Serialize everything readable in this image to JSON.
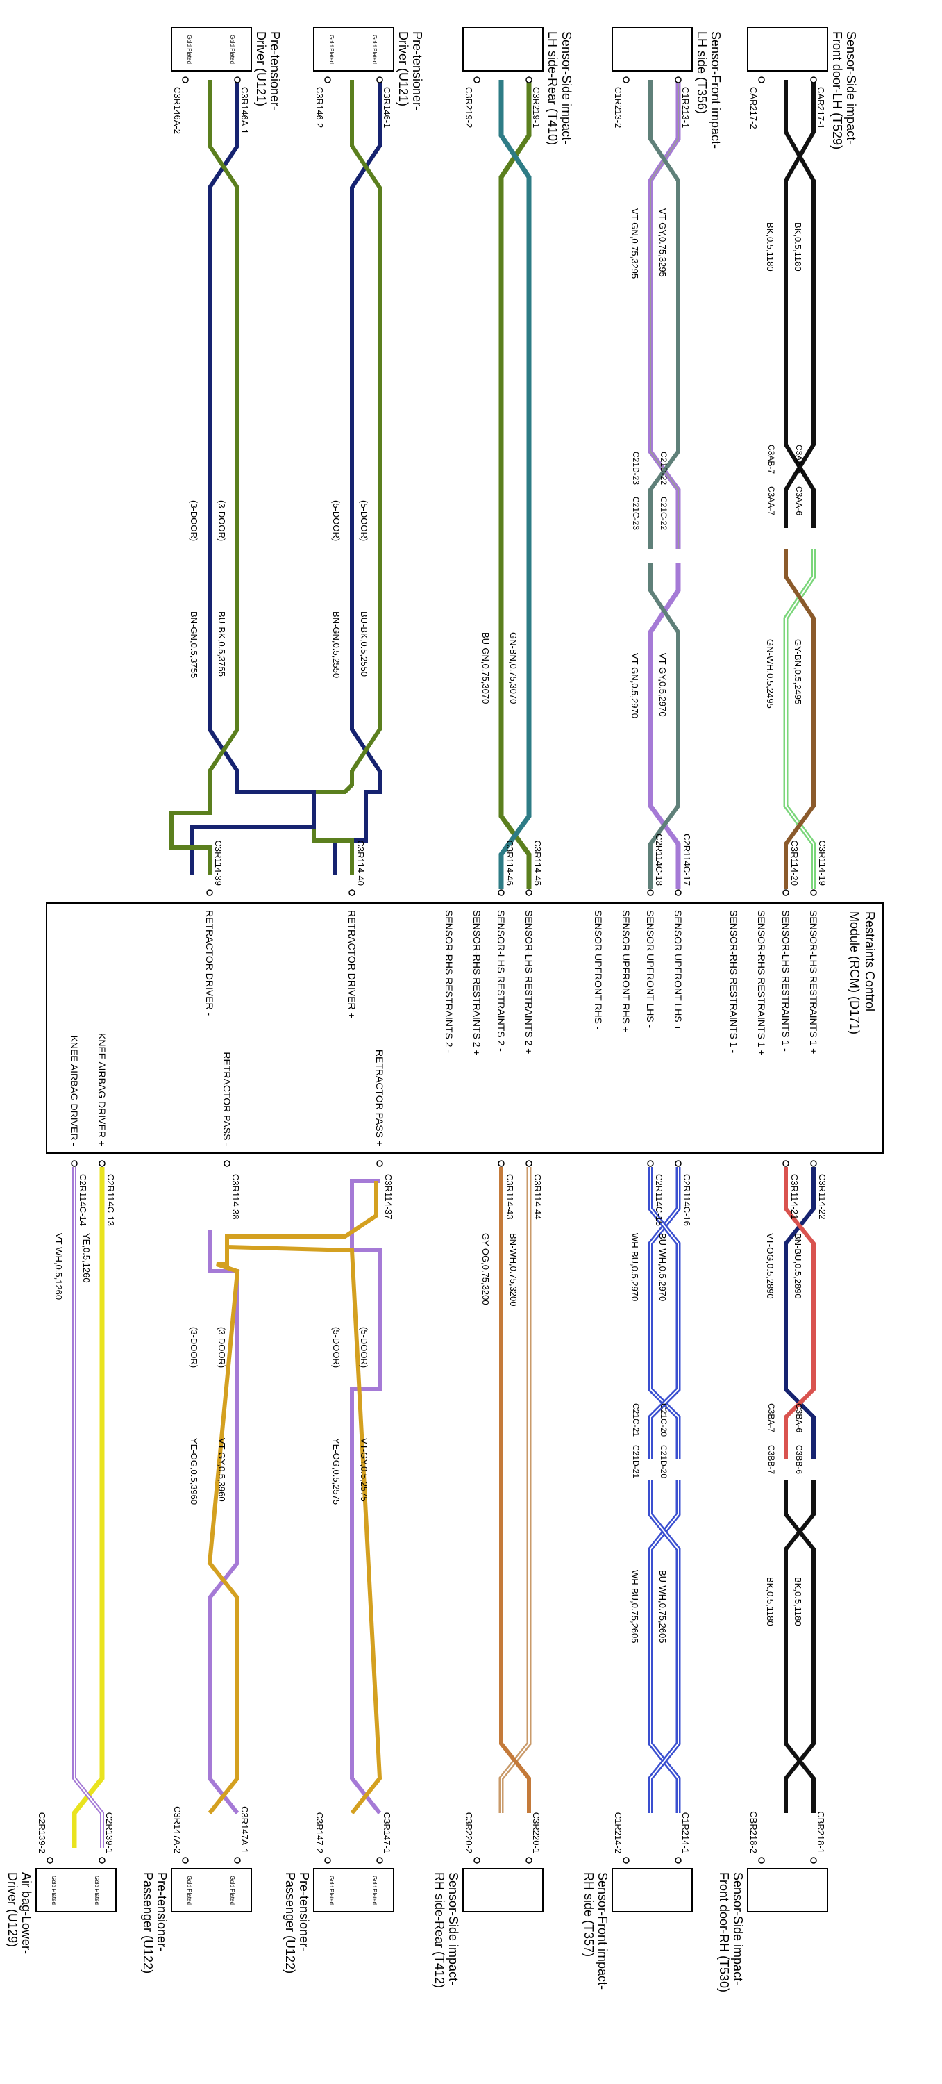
{
  "module": {
    "title": [
      "Restraints Control",
      "Module (RCM) (D171)"
    ],
    "pins_top": [
      "SENSOR-LHS RESTRAINTS 1 +",
      "SENSOR-LHS RESTRAINTS 1 -",
      "SENSOR-RHS RESTRAINTS 1 +",
      "SENSOR-RHS RESTRAINTS 1 -",
      "SENSOR UPFRONT LHS +",
      "SENSOR UPFRONT LHS -",
      "SENSOR UPFRONT RHS +",
      "SENSOR UPFRONT RHS -",
      "SENSOR-LHS RESTRAINTS 2 +",
      "SENSOR-LHS RESTRAINTS 2 -",
      "SENSOR-RHS RESTRAINTS 2 +",
      "SENSOR-RHS RESTRAINTS 2 -",
      "RETRACTOR DRIVER +",
      "RETRACTOR DRIVER -"
    ],
    "pins_bottom": [
      "RETRACTOR PASS +",
      "RETRACTOR PASS -",
      "KNEE AIRBAG DRIVER +",
      "KNEE AIRBAG DRIVER -"
    ]
  },
  "components_left": [
    {
      "id": "T529",
      "name": [
        "Sensor-Side impact-",
        "Front door-LH (T529)"
      ],
      "pins": [
        "CAR217-1",
        "CAR217-2"
      ],
      "plated": false
    },
    {
      "id": "T356",
      "name": [
        "Sensor-Front impact-",
        "LH side (T356)"
      ],
      "pins": [
        "C1R213-1",
        "C1R213-2"
      ],
      "plated": false
    },
    {
      "id": "T410",
      "name": [
        "Sensor-Side impact-",
        "LH side-Rear (T410)"
      ],
      "pins": [
        "C3R219-1",
        "C3R219-2"
      ],
      "plated": false
    },
    {
      "id": "U121a",
      "name": [
        "Pre-tensioner-",
        "Driver (U121)"
      ],
      "pins": [
        "C3R146-1",
        "C3R146-2"
      ],
      "plated": true
    },
    {
      "id": "U121b",
      "name": [
        "Pre-tensioner-",
        "Driver (U121)"
      ],
      "pins": [
        "C3R146A-1",
        "C3R146A-2"
      ],
      "plated": true
    }
  ],
  "components_right": [
    {
      "id": "T530",
      "name": [
        "Sensor-Side impact-",
        "Front door-RH (T530)"
      ],
      "pins": [
        "CBR218-1",
        "CBR218-2"
      ],
      "plated": false
    },
    {
      "id": "T357",
      "name": [
        "Sensor-Front impact-",
        "RH side (T357)"
      ],
      "pins": [
        "C1R214-1",
        "C1R214-2"
      ],
      "plated": false
    },
    {
      "id": "T412",
      "name": [
        "Sensor-Side impact-",
        "RH side-Rear (T412)"
      ],
      "pins": [
        "C3R220-1",
        "C3R220-2"
      ],
      "plated": false
    },
    {
      "id": "U122a",
      "name": [
        "Pre-tensioner-",
        "Passenger (U122)"
      ],
      "pins": [
        "C3R147-1",
        "C3R147-2"
      ],
      "plated": true
    },
    {
      "id": "U122b",
      "name": [
        "Pre-tensioner-",
        "Passenger (U122)"
      ],
      "pins": [
        "C3R147A-1",
        "C3R147A-2"
      ],
      "plated": true
    },
    {
      "id": "U129",
      "name": [
        "Air bag-Lower-",
        "Driver (U129)"
      ],
      "pins": [
        "C2R139-1",
        "C2R139-2"
      ],
      "plated": true
    }
  ],
  "gold_plated": "Gold Plated",
  "inline_connectors": {
    "lh_front_door": [
      "C3AB-6",
      "C3AA-6",
      "C3AB-7",
      "C3AA-7"
    ],
    "lh_front_impact": [
      "C21D-22",
      "C21C-22",
      "C21D-23",
      "C21C-23"
    ],
    "rh_front_door": [
      "C3BA-6",
      "C3BB-6",
      "C3BA-7",
      "C3BB-7"
    ],
    "rh_front_impact": [
      "C21C-20",
      "C21D-20",
      "C21C-21",
      "C21D-21"
    ]
  },
  "rcm_pins": {
    "left": [
      "C3R114-19",
      "C3R114-20",
      "C2R114C-17",
      "C2R114C-18",
      "C3R114-45",
      "C3R114-46",
      "C3R114-40",
      "C3R114-39"
    ],
    "right": [
      "C3R114-22",
      "C3R114-21",
      "C2R114C-16",
      "C2R114C-15",
      "C3R114-44",
      "C3R114-43",
      "C3R114-37",
      "C3R114-38",
      "C2R114C-13",
      "C2R114C-14"
    ]
  },
  "wires": {
    "t529_a": "BK,0.5,1180",
    "t529_b": "BK,0.5,1180",
    "lh_door_a": "GY-BN,0.5,2495",
    "lh_door_b": "GN-WH,0.5,2495",
    "t356_a": "VT-GY,0.75,3295",
    "t356_b": "VT-GN,0.75,3295",
    "lh_imp_a": "VT-GY,0.5,2970",
    "lh_imp_b": "VT-GN,0.5,2970",
    "t410_a": "GN-BN,0.75,3070",
    "t410_b": "BU-GN,0.75,3070",
    "u121a_a": "BU-BK,0.5,2550",
    "u121a_b": "BN-GN,0.5,2550",
    "u121b_a": "BU-BK,0.5,3755",
    "u121b_b": "BN-GN,0.5,3755",
    "rh_a": "BN-BU,0.5,2890",
    "rh_b": "VT-OG,0.5,2890",
    "t530_a": "BK,0.5,1180",
    "t530_b": "BK,0.5,1180",
    "rhimp_a": "BU-WH,0.5,2970",
    "rhimp_b": "WH-BU,0.5,2970",
    "t357_a": "BU-WH,0.75,2605",
    "t357_b": "WH-BU,0.75,2605",
    "t412_a": "BN-WH,0.75,3200",
    "t412_b": "GY-OG,0.75,3200",
    "u122a_a": "VT-GY,0.5,2575",
    "u122a_b": "YE-OG,0.5,2575",
    "u122b_a": "VT-GY,0.5,3960",
    "u122b_b": "YE-OG,0.5,3960",
    "u129_a": "YE,0.5,1260",
    "u129_b": "VT-WH,0.5,1260"
  },
  "variants": {
    "door5": "(5-DOOR)",
    "door3": "(3-DOOR)"
  },
  "colors": {
    "black": "#111111",
    "grey": "#9a9a9a",
    "green": "#5b7f1e",
    "light_green": "#7bd67b",
    "brown": "#8b5a2b",
    "violet": "#a57ad6",
    "teal": "#2e7c86",
    "navy": "#162370",
    "blue": "#3a4fd0",
    "red": "#d9534f",
    "orange": "#d4a020",
    "tan": "#c99a6a",
    "yellow": "#e9e31f"
  }
}
